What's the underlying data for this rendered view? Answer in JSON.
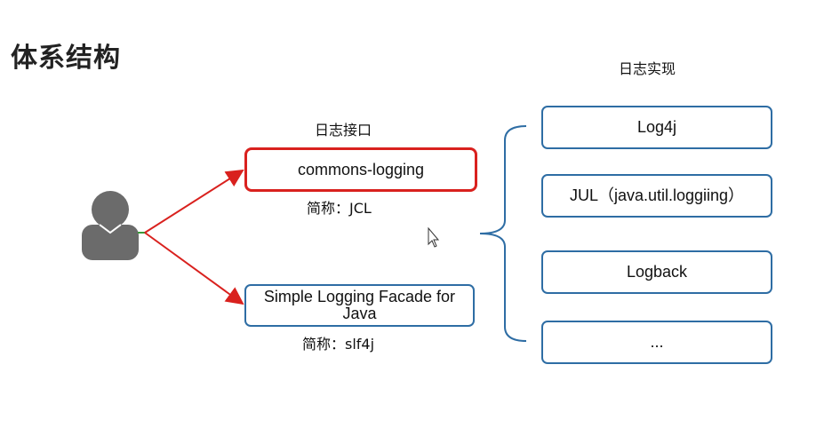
{
  "title": "体系结构",
  "interface": {
    "header": "日志接口",
    "jcl": {
      "name": "commons-logging",
      "short": "简称：JCL"
    },
    "slf4j": {
      "name": "Simple Logging Facade for Java",
      "short": "简称：slf4j"
    }
  },
  "implementation": {
    "header": "日志实现",
    "items": [
      "Log4j",
      "JUL（java.util.loggiing）",
      "Logback",
      "..."
    ]
  },
  "colors": {
    "highlight_border": "#d9211e",
    "box_border": "#2e6da4",
    "arrow": "#d9211e",
    "user_icon": "#6b6b6b"
  },
  "icons": [
    "user-icon",
    "mouse-cursor-icon",
    "curly-brace"
  ]
}
